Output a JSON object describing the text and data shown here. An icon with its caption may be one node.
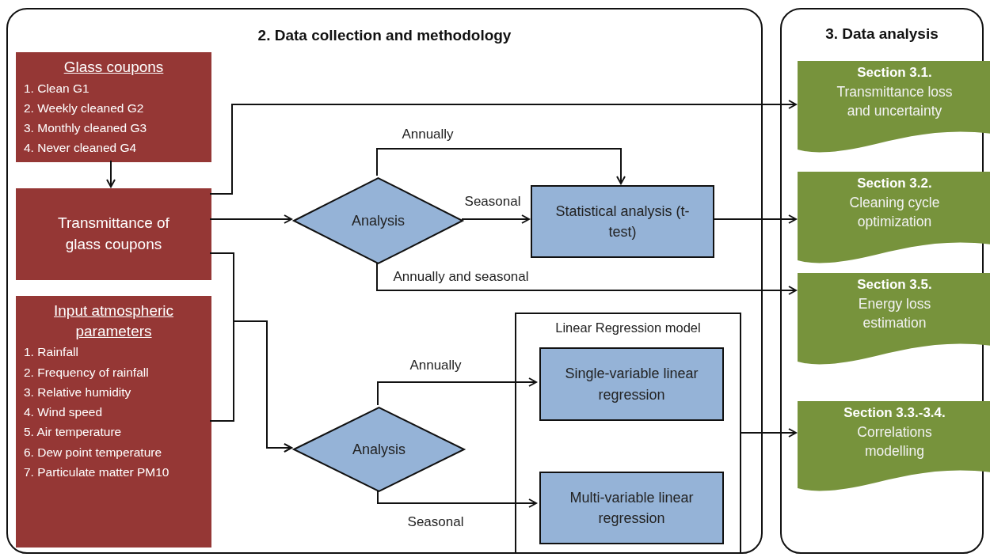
{
  "diagram": {
    "nodes": [
      {
        "text": [
          "2. Data collection and methodology"
        ]
      },
      {
        "text": [
          "Glass coupons",
          "1. Clean G1",
          "2. Weekly cleaned G2",
          "3. Monthly cleaned G3",
          "4. Never cleaned G4"
        ],
        "in": 0
      },
      {
        "text": [
          "Transmittance of glass coupons"
        ],
        "in": 0
      },
      {
        "text": [
          "Input atmospheric parameters",
          "1. Rainfall",
          "2. Frequency of rainfall",
          "3. Relative humidity",
          "4. Wind speed",
          "5. Air temperature",
          "6. Dew point temperature",
          "7. Particulate matter PM10"
        ],
        "in": 0
      },
      {
        "text": [
          "Analysis"
        ],
        "in": 0
      },
      {
        "text": [
          "Statistical analysis (t-test)"
        ],
        "in": 0
      },
      {
        "text": [
          "Linear Regression model"
        ],
        "in": 0
      },
      {
        "text": [
          "Single-variable linear regression"
        ],
        "in": 6
      },
      {
        "text": [
          "Analysis"
        ],
        "in": 0
      },
      {
        "text": [
          "Multi-variable linear regression"
        ],
        "in": 6
      },
      {
        "text": [
          "3. Data analysis"
        ]
      },
      {
        "text": [
          "Section 3.1.",
          "Transmittance loss and uncertainty"
        ],
        "in": 10
      },
      {
        "text": [
          "Section 3.2.",
          "Cleaning cycle optimization"
        ],
        "in": 10
      },
      {
        "text": [
          "Section 3.5.",
          "Energy loss estimation"
        ],
        "in": 10
      },
      {
        "text": [
          "Section 3.3.-3.4.",
          "Correlations modelling"
        ],
        "in": 10
      }
    ],
    "edges": [
      {
        "from": 1,
        "to": 2,
        "arrow": "to"
      },
      {
        "from": 2,
        "to": 11,
        "arrow": "to"
      },
      {
        "from": 2,
        "to": 4,
        "arrow": "to"
      },
      {
        "from": 4,
        "to": 5,
        "arrow": "to",
        "label": "Seasonal"
      },
      {
        "from": 4,
        "to": 5,
        "arrow": "to",
        "label": "Annually"
      },
      {
        "from": 5,
        "to": 12,
        "arrow": "to"
      },
      {
        "from": 4,
        "to": 13,
        "arrow": "to",
        "label": "Annually and seasonal"
      },
      {
        "from": 2,
        "to": 8,
        "arrow": "to"
      },
      {
        "from": 3,
        "to": 8,
        "arrow": "to"
      },
      {
        "from": 8,
        "to": 7,
        "arrow": "to",
        "label": "Annually"
      },
      {
        "from": 8,
        "to": 9,
        "arrow": "to",
        "label": "Seasonal"
      },
      {
        "from": 6,
        "to": 14,
        "arrow": "to"
      }
    ]
  }
}
